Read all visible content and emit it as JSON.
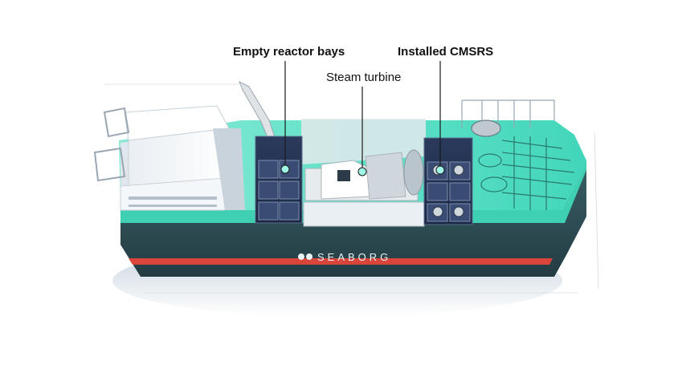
{
  "labels": {
    "empty_reactor_bays": "Empty reactor bays",
    "steam_turbine": "Steam turbine",
    "installed_cmsrs": "Installed CMSRS"
  },
  "hull": {
    "brand": "SEABORG"
  },
  "colors": {
    "deck_teal": "#55e0c6",
    "hull_dark": "#2b4a52",
    "red_stripe": "#d9453a",
    "accent_cyan": "#7ff0dc"
  },
  "icons": [
    "seaborg-logo-icon"
  ]
}
